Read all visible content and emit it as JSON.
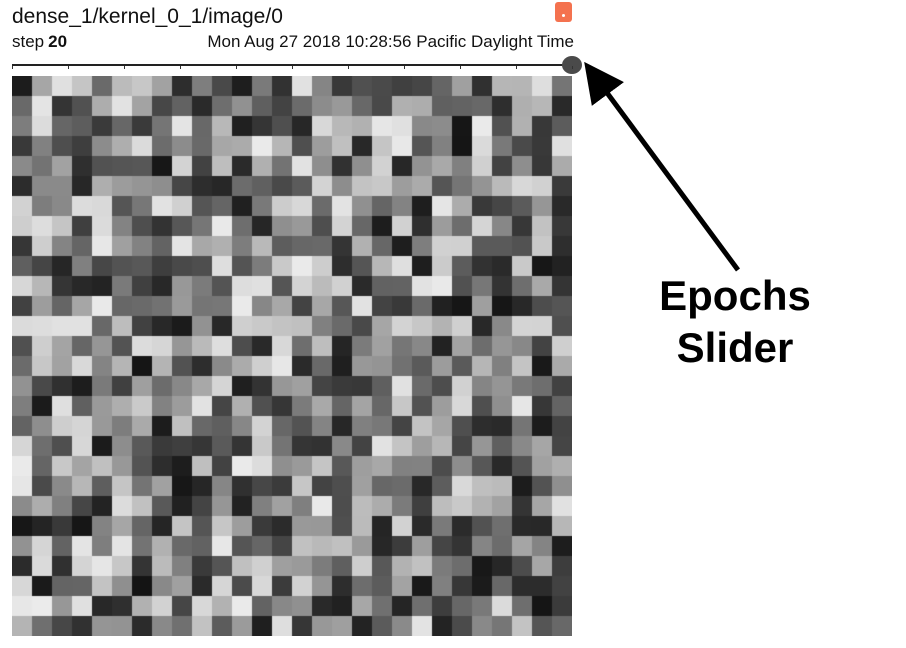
{
  "card": {
    "title": "dense_1/kernel_0_1/image/0",
    "step_label": "step",
    "step_value": "20",
    "timestamp": "Mon Aug 27 2018 10:28:56 Pacific Daylight Time",
    "expand_button_color": "#f4724f"
  },
  "slider": {
    "value_fraction": 1.0,
    "tick_count": 10
  },
  "image": {
    "kind": "grayscale-noise",
    "grid_size": 28
  },
  "annotation": {
    "line1": "Epochs",
    "line2": "Slider"
  }
}
